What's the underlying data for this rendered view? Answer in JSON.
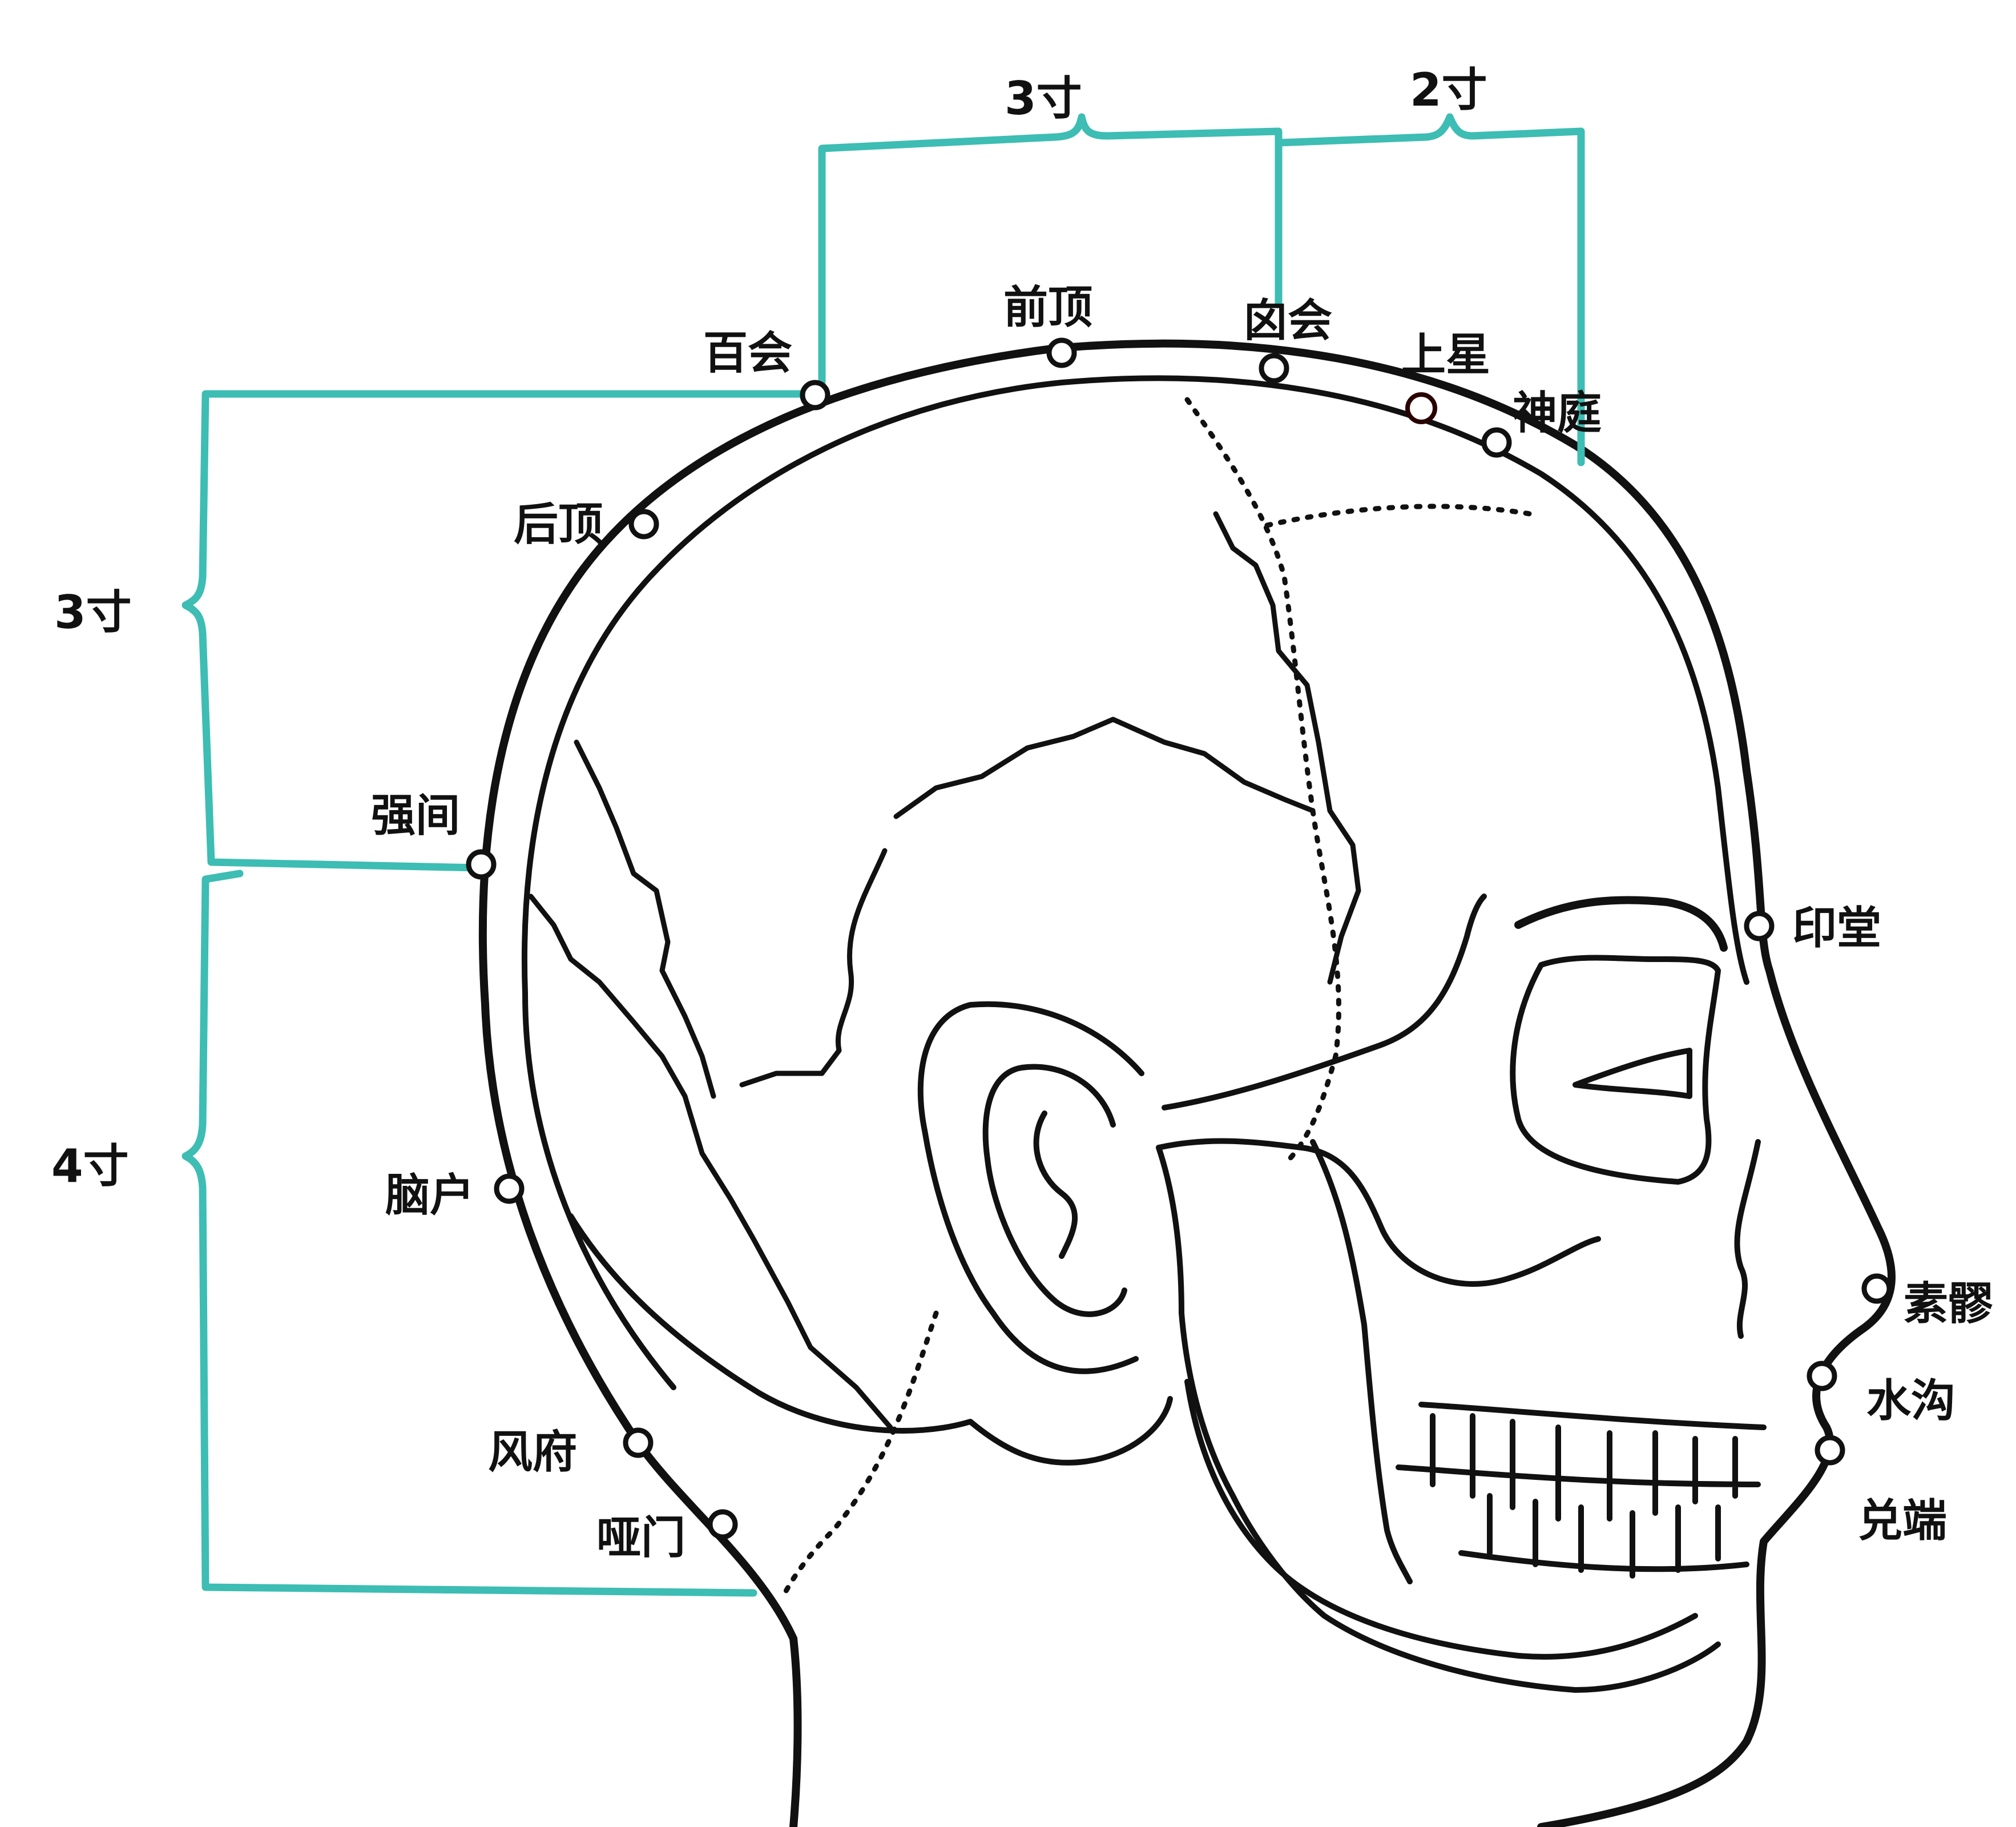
{
  "colors": {
    "bracket": "#3dbdb3",
    "highlight_point": "#c01818",
    "highlight_label": "#d42020",
    "line": "#111111",
    "background": "#ffffff"
  },
  "dimensions": {
    "top_left": "3寸",
    "top_right": "2寸",
    "side_upper": "3寸",
    "side_lower": "4寸"
  },
  "points": {
    "baihui": "百会",
    "qianding": "前顶",
    "xinhui": "囟会",
    "shangxing": "上星",
    "shenting": "神庭",
    "houding": "后顶",
    "qiangjian": "强间",
    "naohu": "脑户",
    "fengfu": "风府",
    "yamen": "哑门",
    "yintang": "印堂",
    "suliao": "素髎",
    "shuigou": "水沟",
    "duiduan": "兑端"
  }
}
